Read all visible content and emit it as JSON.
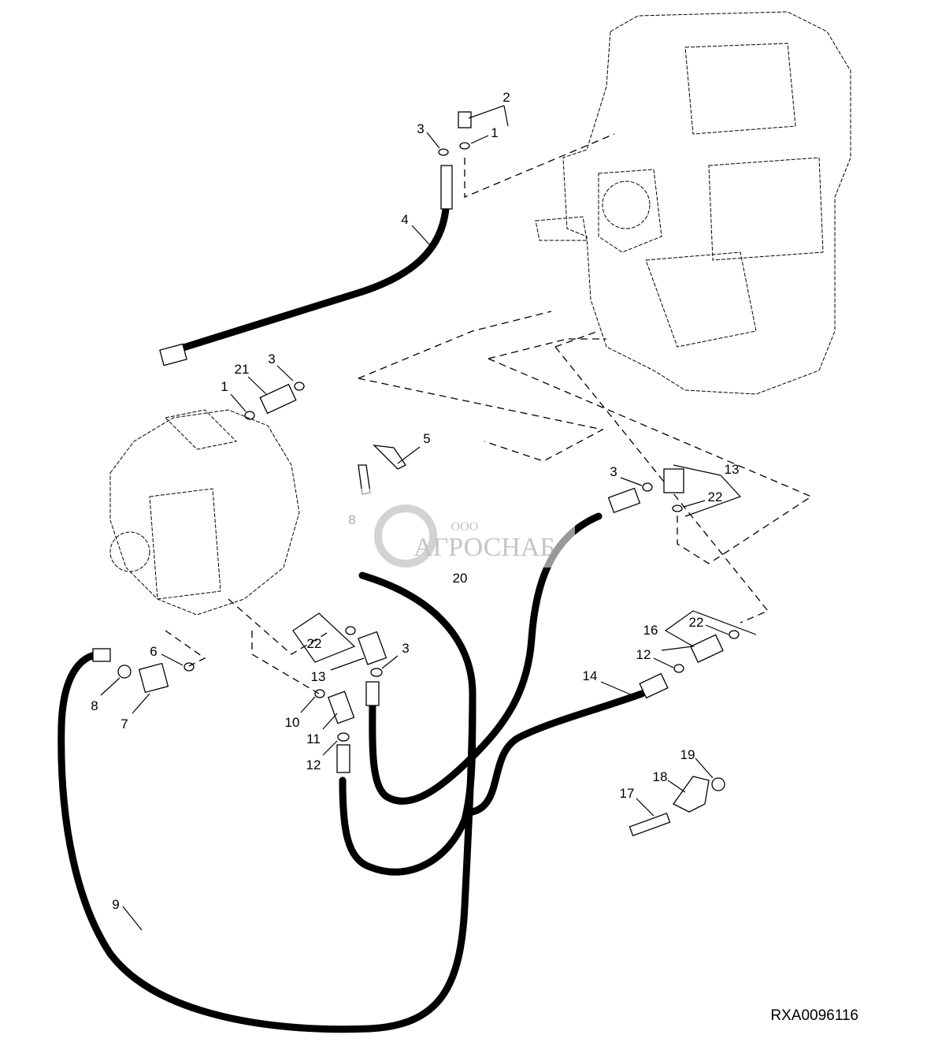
{
  "diagram": {
    "callouts": [
      {
        "id": "c2a",
        "text": "2"
      },
      {
        "id": "c3a",
        "text": "3"
      },
      {
        "id": "c1a",
        "text": "1"
      },
      {
        "id": "c4",
        "text": "4"
      },
      {
        "id": "c21",
        "text": "21"
      },
      {
        "id": "c3b",
        "text": "3"
      },
      {
        "id": "c1b",
        "text": "1"
      },
      {
        "id": "c5",
        "text": "5"
      },
      {
        "id": "c8a",
        "text": "8"
      },
      {
        "id": "c20",
        "text": "20"
      },
      {
        "id": "c3c",
        "text": "3"
      },
      {
        "id": "c13a",
        "text": "13"
      },
      {
        "id": "c22a",
        "text": "22"
      },
      {
        "id": "c16",
        "text": "16"
      },
      {
        "id": "c22b",
        "text": "22"
      },
      {
        "id": "c12a",
        "text": "12"
      },
      {
        "id": "c14",
        "text": "14"
      },
      {
        "id": "c22c",
        "text": "22"
      },
      {
        "id": "c13b",
        "text": "13"
      },
      {
        "id": "c3d",
        "text": "3"
      },
      {
        "id": "c6",
        "text": "6"
      },
      {
        "id": "c8b",
        "text": "8"
      },
      {
        "id": "c7",
        "text": "7"
      },
      {
        "id": "c10",
        "text": "10"
      },
      {
        "id": "c11",
        "text": "11"
      },
      {
        "id": "c12b",
        "text": "12"
      },
      {
        "id": "c17",
        "text": "17"
      },
      {
        "id": "c18",
        "text": "18"
      },
      {
        "id": "c19",
        "text": "19"
      },
      {
        "id": "c9",
        "text": "9"
      }
    ],
    "drawing_code": "RXA0096116",
    "watermark": {
      "prefix": "ООО",
      "name": "АГРОСНАБ"
    }
  }
}
